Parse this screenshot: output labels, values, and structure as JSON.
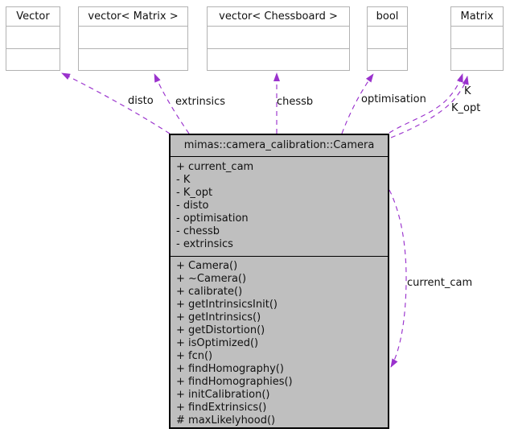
{
  "diagram": {
    "type": "uml-collaboration-graph",
    "main_class": {
      "title": "mimas::camera_calibration::Camera",
      "attributes": [
        "+ current_cam",
        "- K",
        "- K_opt",
        "- disto",
        "- optimisation",
        "- chessb",
        "- extrinsics"
      ],
      "methods": [
        "+ Camera()",
        "+ ~Camera()",
        "+ calibrate()",
        "+ getIntrinsicsInit()",
        "+ getIntrinsics()",
        "+ getDistortion()",
        "+ isOptimized()",
        "+ fcn()",
        "+ findHomography()",
        "+ findHomographies()",
        "+ initCalibration()",
        "+ findExtrinsics()",
        "# maxLikelyhood()"
      ]
    },
    "related": [
      {
        "title": "Vector"
      },
      {
        "title": "vector< Matrix >"
      },
      {
        "title": "vector< Chessboard >"
      },
      {
        "title": "bool"
      },
      {
        "title": "Matrix"
      }
    ],
    "edge_labels": {
      "disto": "disto",
      "extrinsics": "extrinsics",
      "chessb": "chessb",
      "optimisation": "optimisation",
      "k": "K",
      "k_opt": "K_opt",
      "current_cam": "current_cam"
    },
    "colors": {
      "edge": "#9a32cd",
      "main_fill": "#bfbfbf",
      "main_border": "#000000",
      "node_border": "#b2b2b2",
      "node_fill": "#ffffff",
      "text": "#111111",
      "background": "#ffffff"
    }
  }
}
